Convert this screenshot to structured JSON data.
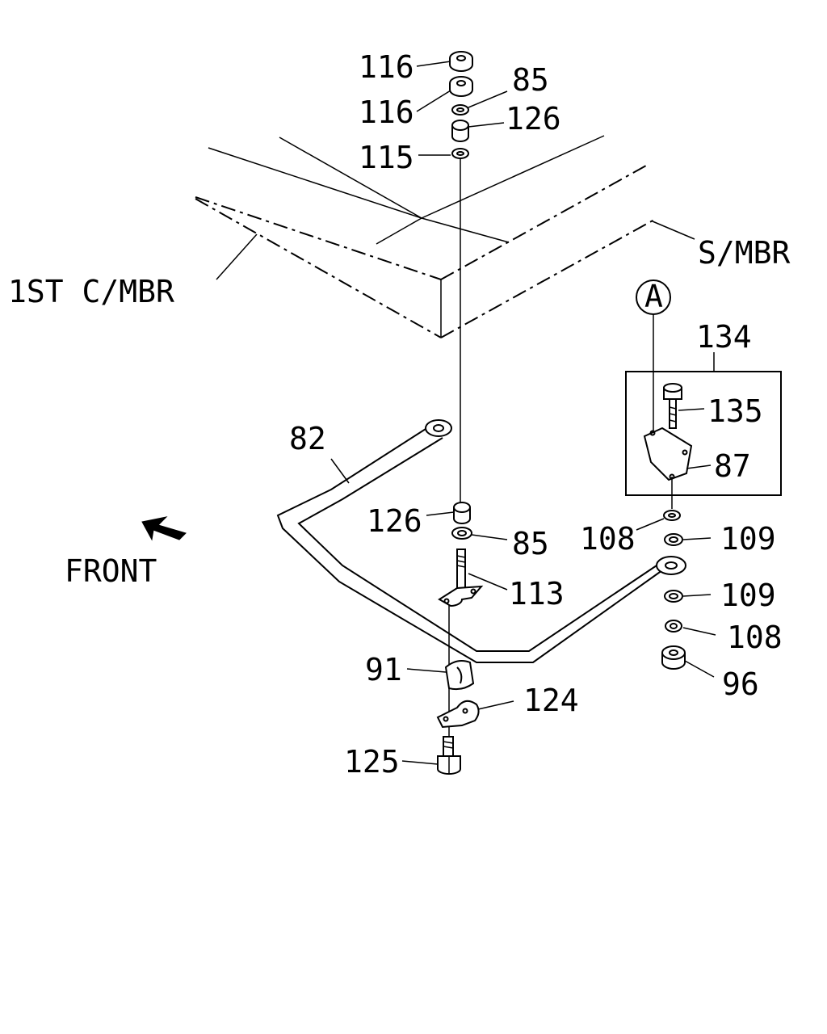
{
  "labels": {
    "p116a": "116",
    "p116b": "116",
    "p85a": "85",
    "p126a": "126",
    "p115": "115",
    "first_cmbr": "1ST C/MBR",
    "smbr": "S/MBR",
    "circle_a": "A",
    "p134": "134",
    "p135": "135",
    "p82": "82",
    "p87": "87",
    "p126b": "126",
    "p85b": "85",
    "p108a": "108",
    "p109a": "109",
    "front": "FRONT",
    "p113": "113",
    "p109b": "109",
    "p108b": "108",
    "p91": "91",
    "p96": "96",
    "p124": "124",
    "p125": "125"
  }
}
